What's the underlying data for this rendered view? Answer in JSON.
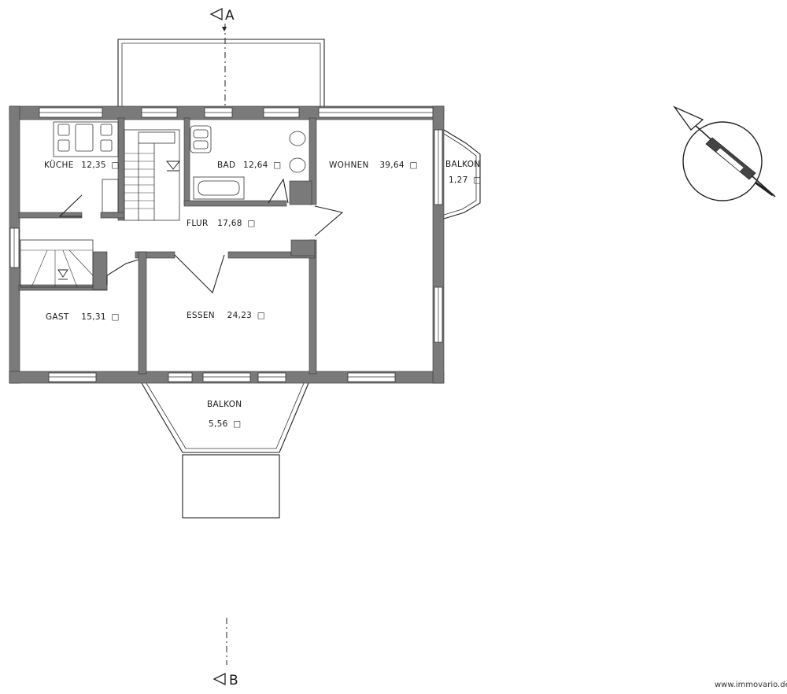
{
  "sections": {
    "top": "A",
    "bottom": "B"
  },
  "rooms": {
    "kueche": {
      "name": "KÜCHE",
      "area": "12,35"
    },
    "bad": {
      "name": "BAD",
      "area": "12,64"
    },
    "wohnen": {
      "name": "WOHNEN",
      "area": "39,64"
    },
    "balkon_east": {
      "name": "BALKON",
      "area": "1,27"
    },
    "flur": {
      "name": "FLUR",
      "area": "17,68"
    },
    "gast": {
      "name": "GAST",
      "area": "15,31"
    },
    "essen": {
      "name": "ESSEN",
      "area": "24,23"
    },
    "balkon_south": {
      "name": "BALKON",
      "area": "5,56"
    }
  },
  "unit_symbol": "□",
  "watermark": "www.immovario.de",
  "colors": {
    "wall": "#7a7a7a",
    "line": "#222222",
    "background": "#ffffff"
  },
  "compass": {
    "icon": "north-arrow-icon",
    "direction": "north-west"
  }
}
